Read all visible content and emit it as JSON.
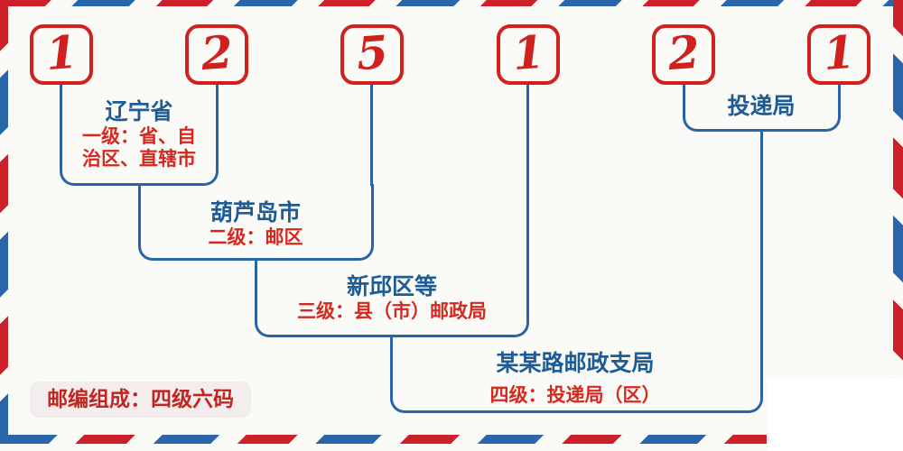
{
  "postal_code": {
    "digits": [
      "1",
      "2",
      "5",
      "1",
      "2",
      "1"
    ]
  },
  "levels": [
    {
      "name": "辽宁省",
      "desc_line1": "一级：省、自",
      "desc_line2": "治区、直辖市"
    },
    {
      "name": "葫芦岛市",
      "desc": "二级：邮区"
    },
    {
      "name": "新邱区等",
      "desc": "三级：县（市）邮政局"
    },
    {
      "name": "某某路邮政支局",
      "desc": "四级：投递局（区）"
    },
    {
      "name": "投递局"
    }
  ],
  "footer": {
    "badge": "邮编组成：四级六码"
  },
  "colors": {
    "accent_red": "#d0211f",
    "line_blue": "#2a63a8",
    "name_text_blue": "#1e5c96",
    "desc_text_red": "#d6281f",
    "stripe_red": "#cc2128",
    "stripe_blue": "#2b65aa",
    "badge_bg": "#f3edee",
    "badge_text": "#c0261f",
    "background": "#fafaf6"
  }
}
